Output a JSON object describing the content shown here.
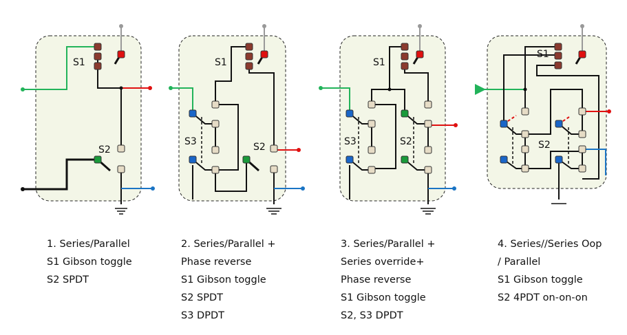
{
  "panels": [
    {
      "switch_labels": [
        "S1",
        "S2"
      ],
      "caption": [
        "1. Series/Parallel",
        "S1 Gibson toggle",
        "S2 SPDT"
      ]
    },
    {
      "switch_labels": [
        "S1",
        "S2",
        "S3"
      ],
      "caption": [
        "2. Series/Parallel  +",
        "Phase reverse",
        "S1 Gibson toggle",
        "S2 SPDT",
        "S3 DPDT"
      ]
    },
    {
      "switch_labels": [
        "S1",
        "S2",
        "S3"
      ],
      "caption": [
        "3. Series/Parallel  +",
        "Series override+",
        "Phase reverse",
        "S1 Gibson toggle",
        "S2, S3  DPDT"
      ]
    },
    {
      "switch_labels": [
        "S1",
        "S2"
      ],
      "caption": [
        "4. Series//Series  Oop",
        "/ Parallel",
        "S1 Gibson toggle",
        "S2  4PDT on-on-on"
      ]
    }
  ],
  "colors": {
    "pickup_green": "#22b35a",
    "output_red": "#e01010",
    "ground_blue": "#1a74c4",
    "terminal_brown": "#8b3a2e",
    "terminal_beige": "#e6dcc6",
    "common_blue": "#1a66c8",
    "common_green": "#1a9a3a",
    "panel_fill": "#f3f6e7"
  }
}
